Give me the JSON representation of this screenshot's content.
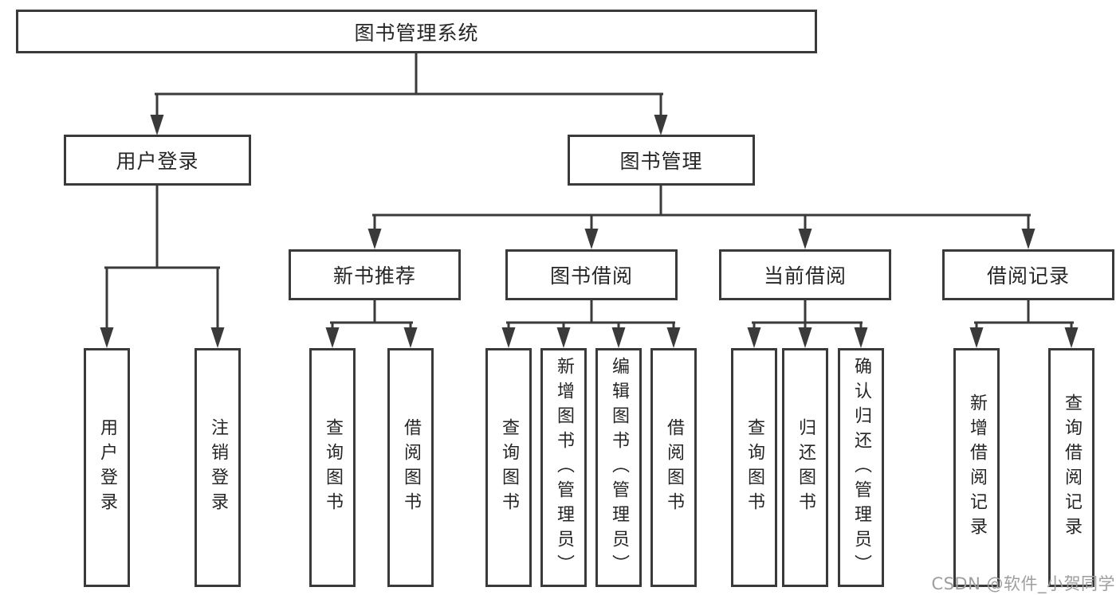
{
  "diagram": {
    "title": "图书管理系统",
    "type": "hierarchy-tree",
    "colors": {
      "line": "#3a3a3a",
      "box_border": "#3a3a3a",
      "box_fill": "#ffffff",
      "text": "#262626",
      "watermark": "#9e9e9e",
      "background": "#ffffff"
    },
    "hierarchy": {
      "图书管理系统": {
        "用户登录": [
          "用户登录",
          "注销登录"
        ],
        "图书管理": {
          "新书推荐": [
            "查询图书",
            "借阅图书"
          ],
          "图书借阅": [
            "查询图书",
            "新增图书（管理员）",
            "编辑图书（管理员）",
            "借阅图书"
          ],
          "当前借阅": [
            "查询图书",
            "归还图书",
            "确认归还（管理员）"
          ],
          "借阅记录": [
            "新增借阅记录",
            "查询借阅记录"
          ]
        }
      }
    }
  },
  "nodes": {
    "root": {
      "label": "图书管理系统"
    },
    "user_login": {
      "label": "用户登录"
    },
    "book_mgmt": {
      "label": "图书管理"
    },
    "new_books": {
      "label": "新书推荐"
    },
    "book_borrow": {
      "label": "图书借阅"
    },
    "current_borrow": {
      "label": "当前借阅"
    },
    "borrow_records": {
      "label": "借阅记录"
    },
    "leaf_user_login": {
      "label": "用户登录"
    },
    "leaf_logout": {
      "label": "注销登录"
    },
    "leaf_nb_query": {
      "label": "查询图书"
    },
    "leaf_nb_borrow": {
      "label": "借阅图书"
    },
    "leaf_bb_query": {
      "label": "查询图书"
    },
    "leaf_bb_add": {
      "label": "新增图书（管理员）"
    },
    "leaf_bb_edit": {
      "label": "编辑图书（管理员）"
    },
    "leaf_bb_borrow": {
      "label": "借阅图书"
    },
    "leaf_cb_query": {
      "label": "查询图书"
    },
    "leaf_cb_return": {
      "label": "归还图书"
    },
    "leaf_cb_confirm": {
      "label": "确认归还（管理员）"
    },
    "leaf_br_add": {
      "label": "新增借阅记录"
    },
    "leaf_br_query": {
      "label": "查询借阅记录"
    }
  },
  "watermark": {
    "text": "CSDN @软件_小贺同学"
  }
}
